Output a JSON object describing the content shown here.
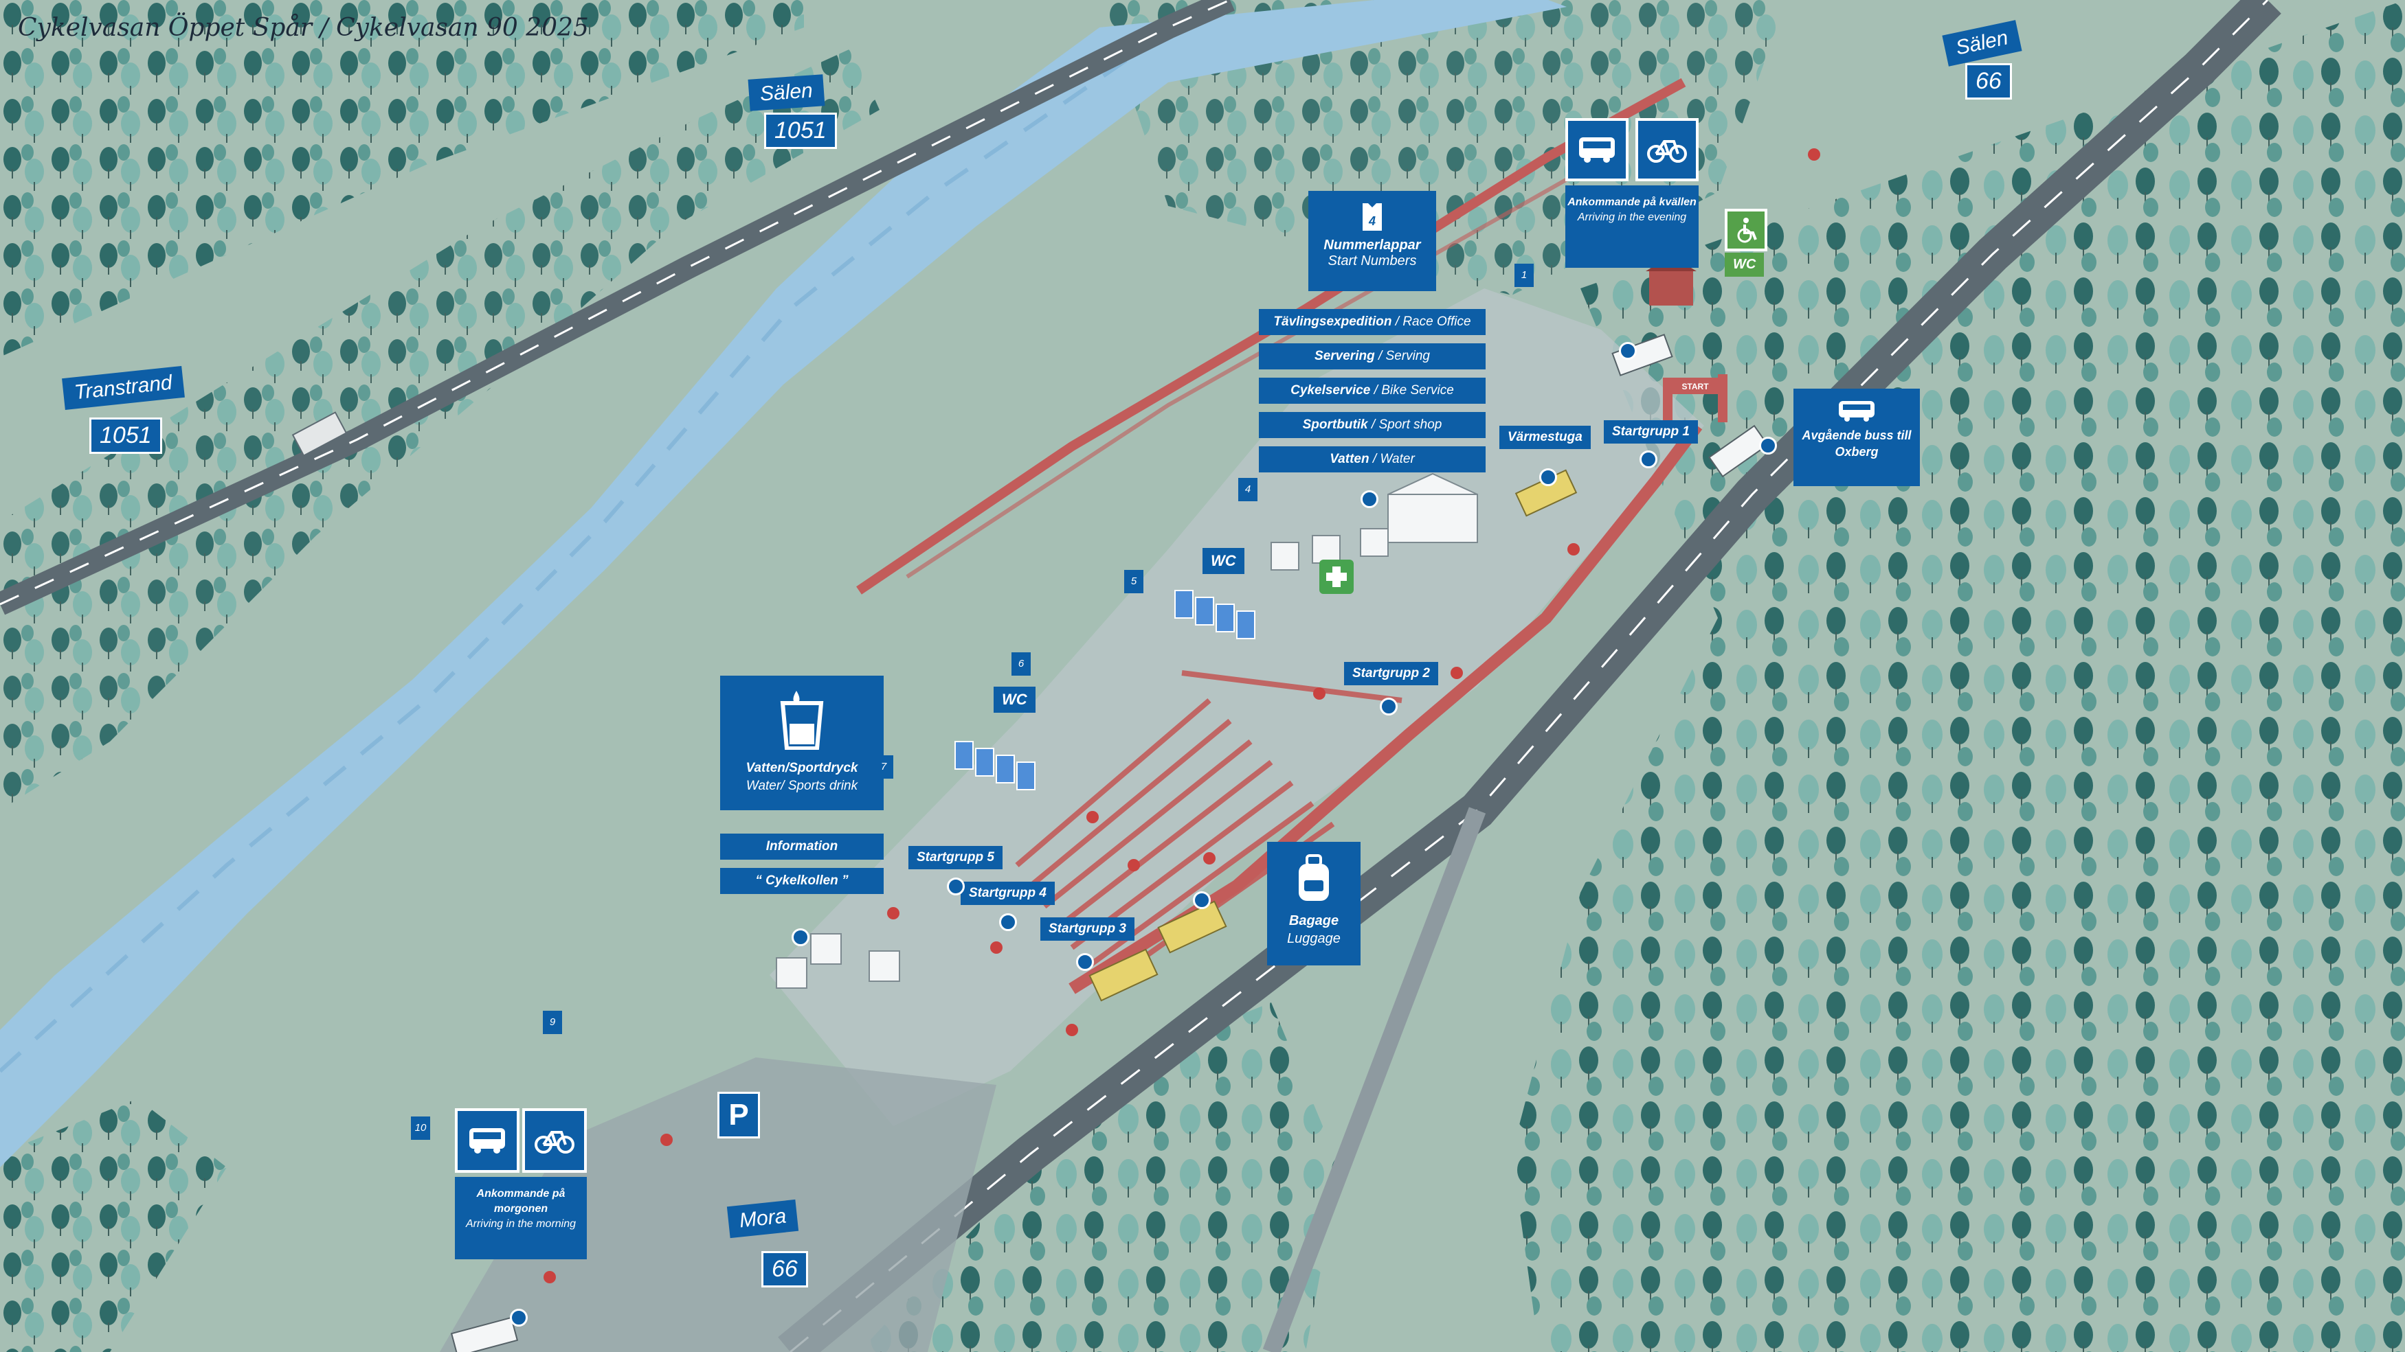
{
  "title": "Cykelvasan Öppet Spår / Cykelvasan 90  2025",
  "road_signs": {
    "salen_top_left": {
      "name": "Sälen",
      "number": "1051"
    },
    "transtrand": {
      "name": "Transtrand",
      "number": "1051"
    },
    "salen_top_right": {
      "name": "Sälen",
      "number": "66"
    },
    "mora": {
      "name": "Mora",
      "number": "66"
    }
  },
  "start_numbers": {
    "icon": "bib-number-icon",
    "label": "Nummerlappar",
    "label_en": "Start Numbers",
    "rows": [
      {
        "sv": "Tävlingsexpedition",
        "en": "Race Office"
      },
      {
        "sv": "Servering",
        "en": "Serving"
      },
      {
        "sv": "Cykelservice",
        "en": "Bike Service"
      },
      {
        "sv": "Sportbutik",
        "en": "Sport shop"
      },
      {
        "sv": "Vatten",
        "en": "Water"
      }
    ]
  },
  "evening_arrival": {
    "bus_icon": "bus-icon",
    "bike_icon": "bicycle-icon",
    "label": "Ankommande på kvällen",
    "label_en": "Arriving in the evening"
  },
  "morning_arrival": {
    "bus_icon": "bus-icon",
    "bike_icon": "bicycle-icon",
    "label": "Ankommande på morgonen",
    "label_en": "Arriving in the morning"
  },
  "departing_bus": {
    "icon": "bus-icon",
    "label": "Avgående buss till Oxberg"
  },
  "water_station": {
    "icon": "cup-icon",
    "label": "Vatten/Sportdryck",
    "label_en": "Water/ Sports drink",
    "rows": [
      "Information",
      "“ Cykelkollen ”"
    ]
  },
  "baggage": {
    "icon": "backpack-icon",
    "label": "Bagage",
    "label_en": "Luggage"
  },
  "warming_hut": "Värmestuga",
  "wc": "WC",
  "wc_accessible": {
    "icon": "wheelchair-icon",
    "label": "WC"
  },
  "start_arch": "START",
  "parking": "P",
  "start_groups": [
    "Startgrupp 1",
    "Startgrupp 2",
    "Startgrupp 3",
    "Startgrupp 4",
    "Startgrupp 5"
  ],
  "km_markers": [
    "1",
    "4",
    "5",
    "6",
    "7",
    "9",
    "10"
  ],
  "colors": {
    "ground": "#a6bfb4",
    "forest_dark": "#2f6b68",
    "forest_light": "#7fb5ad",
    "river": "#9cc6e2",
    "road": "#5d6a72",
    "fence": "#c25c5a",
    "sign": "#0d5ea6",
    "accessible": "#55a14a"
  }
}
